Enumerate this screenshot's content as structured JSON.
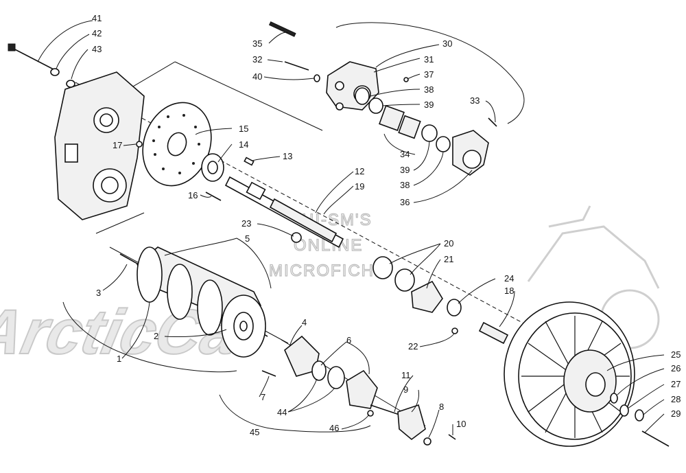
{
  "watermark": {
    "lines": [
      "HI-SM'S",
      "ONLINE",
      "MICROFICHE"
    ],
    "brand": "ArcticCat"
  },
  "labels": {
    "l41": "41",
    "l42": "42",
    "l43": "43",
    "l35": "35",
    "l30": "30",
    "l32": "32",
    "l31": "31",
    "l37": "37",
    "l40": "40",
    "l38a": "38",
    "l39a": "39",
    "l33": "33",
    "l15": "15",
    "l14": "14",
    "l17": "17",
    "l13": "13",
    "l16": "16",
    "l34": "34",
    "l39b": "39",
    "l38b": "38",
    "l36": "36",
    "l12": "12",
    "l19": "19",
    "l23": "23",
    "l5": "5",
    "l20": "20",
    "l21": "21",
    "l3": "3",
    "l24": "24",
    "l18": "18",
    "l4": "4",
    "l2": "2",
    "l22": "22",
    "l1": "1",
    "l6": "6",
    "l11": "11",
    "l25": "25",
    "l26": "26",
    "l27": "27",
    "l7": "7",
    "l9": "9",
    "l28": "28",
    "l44": "44",
    "l8": "8",
    "l10": "10",
    "l29": "29",
    "l45": "45",
    "l46": "46"
  }
}
